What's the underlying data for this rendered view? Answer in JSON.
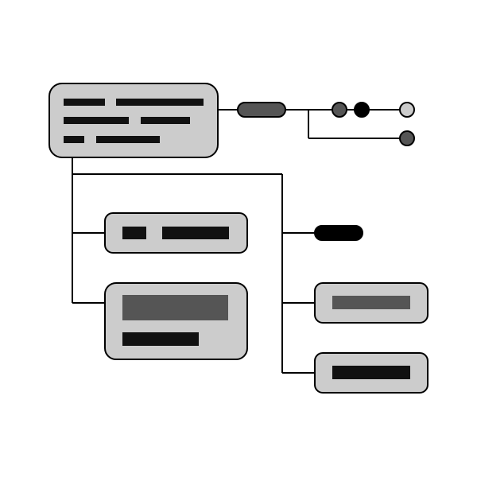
{
  "colors": {
    "background": "#ffffff",
    "stroke": "#000000",
    "box_fill": "#cccccc",
    "bar_black": "#111111",
    "bar_dark_gray": "#555555",
    "pill_gray": "#555555",
    "pill_black": "#000000",
    "dot_gray": "#555555",
    "dot_black": "#000000",
    "dot_light": "#cccccc"
  },
  "diagram": {
    "nodes": [
      {
        "id": "root-node",
        "type": "box",
        "placeholder_bars": 6
      },
      {
        "id": "child-node-1",
        "type": "box",
        "placeholder_bars": 2
      },
      {
        "id": "child-node-2",
        "type": "box",
        "placeholder_bars": 2
      },
      {
        "id": "right-node-1",
        "type": "pill"
      },
      {
        "id": "right-node-2",
        "type": "box",
        "placeholder_bars": 1
      },
      {
        "id": "right-node-3",
        "type": "box",
        "placeholder_bars": 1
      },
      {
        "id": "top-pill",
        "type": "pill"
      },
      {
        "id": "dot-1",
        "type": "dot"
      },
      {
        "id": "dot-2",
        "type": "dot"
      },
      {
        "id": "dot-3",
        "type": "dot"
      },
      {
        "id": "dot-4",
        "type": "dot"
      }
    ]
  }
}
